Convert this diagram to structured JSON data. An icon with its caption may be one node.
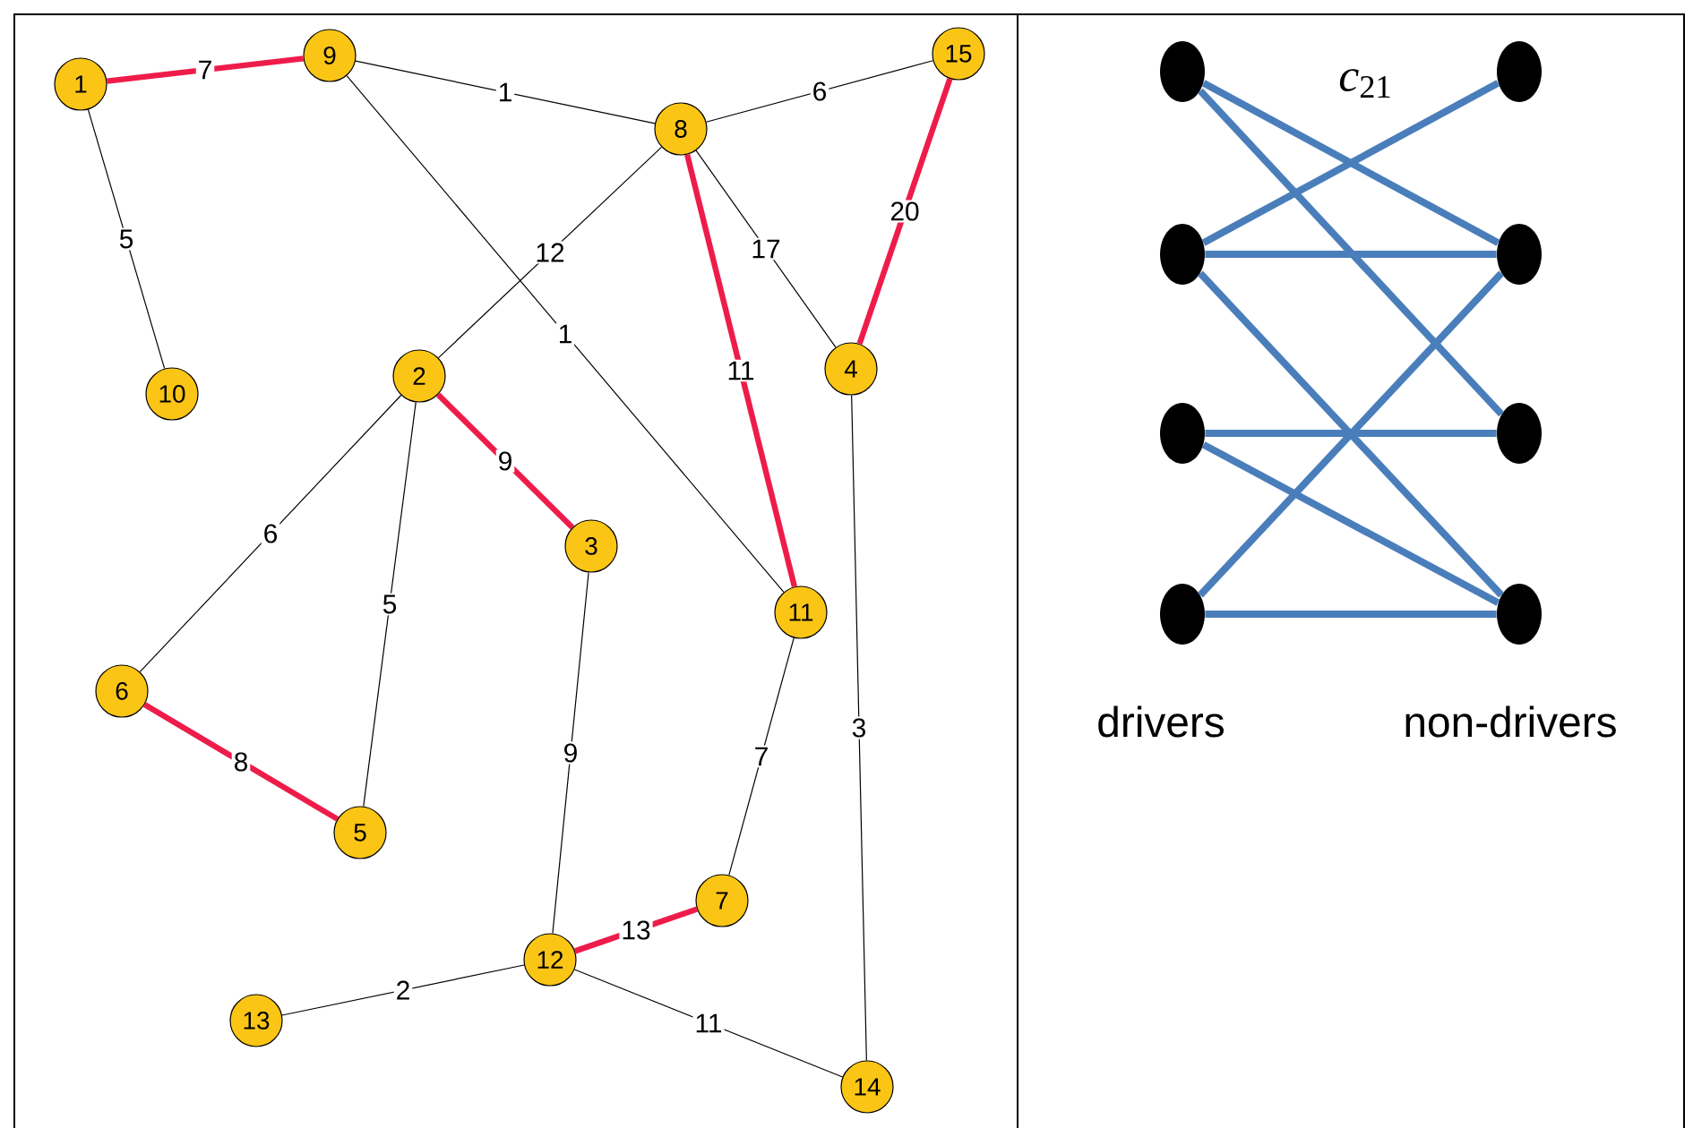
{
  "diagram": {
    "nodes": [
      {
        "text": [
          "1"
        ]
      },
      {
        "text": [
          "2"
        ]
      },
      {
        "text": [
          "3"
        ]
      },
      {
        "text": [
          "4"
        ]
      },
      {
        "text": [
          "5"
        ]
      },
      {
        "text": [
          "6"
        ]
      },
      {
        "text": [
          "7"
        ]
      },
      {
        "text": [
          "8"
        ]
      },
      {
        "text": [
          "9"
        ]
      },
      {
        "text": [
          "10"
        ]
      },
      {
        "text": [
          "11"
        ]
      },
      {
        "text": [
          "12"
        ]
      },
      {
        "text": [
          "13"
        ]
      },
      {
        "text": [
          "14"
        ]
      },
      {
        "text": [
          "15"
        ]
      },
      {
        "text": [],
        "shape": "circle"
      },
      {
        "text": [],
        "shape": "circle"
      },
      {
        "text": [],
        "shape": "circle"
      },
      {
        "text": [],
        "shape": "circle"
      },
      {
        "text": [],
        "shape": "circle"
      },
      {
        "text": [],
        "shape": "circle"
      },
      {
        "text": [],
        "shape": "circle"
      },
      {
        "text": [],
        "shape": "circle"
      }
    ],
    "edges": [
      {
        "from": 0,
        "to": 8,
        "arrow": "none",
        "label": "7",
        "color": "#ee1c4a"
      },
      {
        "from": 8,
        "to": 7,
        "arrow": "none",
        "label": "1"
      },
      {
        "from": 7,
        "to": 14,
        "arrow": "none",
        "label": "6"
      },
      {
        "from": 14,
        "to": 3,
        "arrow": "none",
        "label": "20",
        "color": "#ee1c4a"
      },
      {
        "from": 7,
        "to": 3,
        "arrow": "none",
        "label": "17"
      },
      {
        "from": 7,
        "to": 10,
        "arrow": "none",
        "label": "11",
        "color": "#ee1c4a"
      },
      {
        "from": 7,
        "to": 1,
        "arrow": "none",
        "label": "12"
      },
      {
        "from": 8,
        "to": 10,
        "arrow": "none",
        "label": "1"
      },
      {
        "from": 0,
        "to": 9,
        "arrow": "none",
        "label": "5"
      },
      {
        "from": 1,
        "to": 2,
        "arrow": "none",
        "label": "9",
        "color": "#ee1c4a"
      },
      {
        "from": 1,
        "to": 5,
        "arrow": "none",
        "label": "6"
      },
      {
        "from": 1,
        "to": 4,
        "arrow": "none",
        "label": "5"
      },
      {
        "from": 5,
        "to": 4,
        "arrow": "none",
        "label": "8",
        "color": "#ee1c4a"
      },
      {
        "from": 2,
        "to": 11,
        "arrow": "none",
        "label": "9"
      },
      {
        "from": 10,
        "to": 6,
        "arrow": "none",
        "label": "7"
      },
      {
        "from": 3,
        "to": 13,
        "arrow": "none",
        "label": "3"
      },
      {
        "from": 11,
        "to": 6,
        "arrow": "none",
        "label": "13",
        "color": "#ee1c4a"
      },
      {
        "from": 12,
        "to": 11,
        "arrow": "none",
        "label": "2"
      },
      {
        "from": 11,
        "to": 13,
        "arrow": "none",
        "label": "11"
      },
      {
        "from": 15,
        "to": 20,
        "arrow": "none",
        "color": "#4a7ebb"
      },
      {
        "from": 15,
        "to": 21,
        "arrow": "none",
        "color": "#4a7ebb"
      },
      {
        "from": 16,
        "to": 19,
        "arrow": "none",
        "label": "*c*$_{21}$",
        "color": "#4a7ebb"
      },
      {
        "from": 16,
        "to": 20,
        "arrow": "none",
        "color": "#4a7ebb"
      },
      {
        "from": 16,
        "to": 22,
        "arrow": "none",
        "color": "#4a7ebb"
      },
      {
        "from": 17,
        "to": 21,
        "arrow": "none",
        "color": "#4a7ebb"
      },
      {
        "from": 17,
        "to": 22,
        "arrow": "none",
        "color": "#4a7ebb"
      },
      {
        "from": 18,
        "to": 20,
        "arrow": "none",
        "color": "#4a7ebb"
      },
      {
        "from": 18,
        "to": 22,
        "arrow": "none",
        "color": "#4a7ebb"
      }
    ],
    "labels": [
      "drivers",
      "non-drivers"
    ]
  }
}
